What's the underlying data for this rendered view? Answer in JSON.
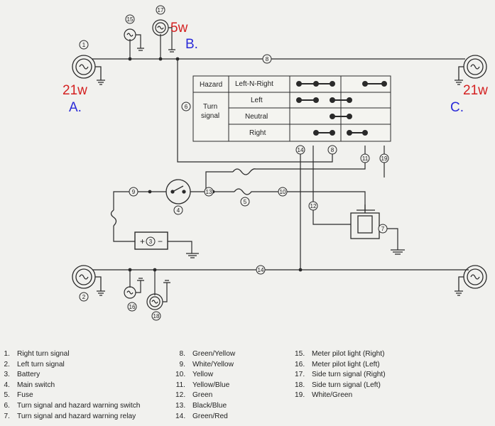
{
  "annotations": {
    "watt_5w": "5w",
    "watt_21w_left": "21w",
    "watt_21w_right": "21w",
    "letter_a": "A.",
    "letter_b": "B.",
    "letter_c": "C.",
    "color_red": "#d42020",
    "color_blue": "#2a2ad8"
  },
  "switch_table": {
    "hazard": "Hazard",
    "turn_signal_line1": "Turn",
    "turn_signal_line2": "signal",
    "left_n_right": "Left-N-Right",
    "left": "Left",
    "neutral": "Neutral",
    "right": "Right"
  },
  "markers": {
    "m1": "1",
    "m2": "2",
    "m3": "3",
    "m4": "4",
    "m5": "5",
    "m6": "6",
    "m7": "7",
    "m8a": "8",
    "m8b": "8",
    "m9": "9",
    "m10": "10",
    "m11": "11",
    "m12": "12",
    "m13": "13",
    "m14a": "14",
    "m14b": "14",
    "m15": "15",
    "m16": "16",
    "m17": "17",
    "m18": "18",
    "m19": "19"
  },
  "battery": {
    "plus": "+",
    "minus": "−"
  },
  "legend": {
    "col1": [
      {
        "num": "1.",
        "text": "Right turn signal"
      },
      {
        "num": "2.",
        "text": "Left turn signal"
      },
      {
        "num": "3.",
        "text": "Battery"
      },
      {
        "num": "4.",
        "text": "Main switch"
      },
      {
        "num": "5.",
        "text": "Fuse"
      },
      {
        "num": "6.",
        "text": "Turn signal and hazard warning switch"
      },
      {
        "num": "7.",
        "text": "Turn signal and hazard warning relay"
      }
    ],
    "col2": [
      {
        "num": "8.",
        "text": "Green/Yellow"
      },
      {
        "num": "9.",
        "text": "White/Yellow"
      },
      {
        "num": "10.",
        "text": "Yellow"
      },
      {
        "num": "11.",
        "text": "Yellow/Blue"
      },
      {
        "num": "12.",
        "text": "Green"
      },
      {
        "num": "13.",
        "text": "Black/Blue"
      },
      {
        "num": "14.",
        "text": "Green/Red"
      }
    ],
    "col3": [
      {
        "num": "15.",
        "text": "Meter pilot light (Right)"
      },
      {
        "num": "16.",
        "text": "Meter pilot light (Left)"
      },
      {
        "num": "17.",
        "text": "Side turn signal (Right)"
      },
      {
        "num": "18.",
        "text": "Side turn signal (Left)"
      },
      {
        "num": "19.",
        "text": "White/Green"
      }
    ]
  }
}
